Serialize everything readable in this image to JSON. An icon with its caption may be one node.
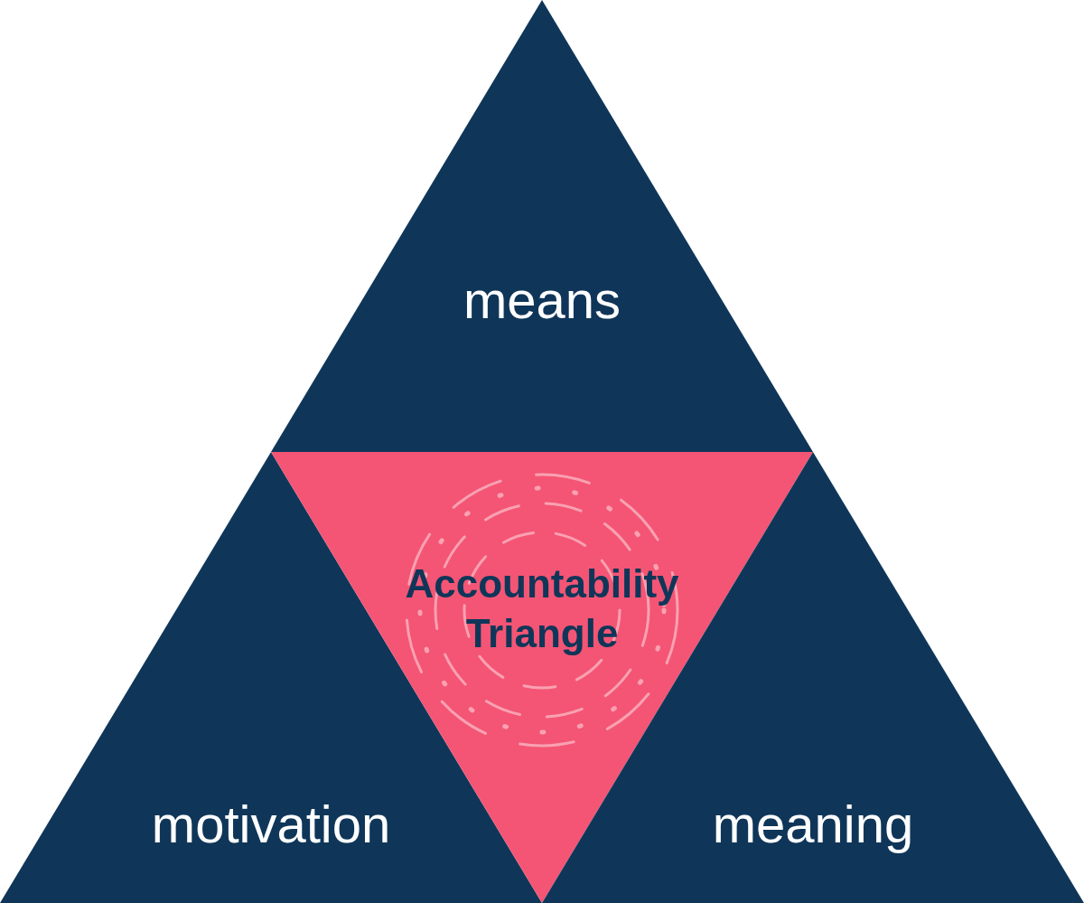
{
  "diagram": {
    "nodes": [
      {
        "text": [
          "means"
        ]
      },
      {
        "text": [
          "motivation"
        ]
      },
      {
        "text": [
          "Accountability Triangle"
        ]
      },
      {
        "text": [
          "meaning"
        ]
      }
    ]
  }
}
